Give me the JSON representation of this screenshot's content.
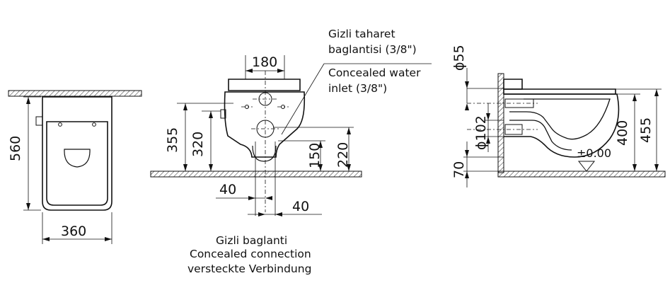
{
  "front_view": {
    "height": "560",
    "width": "360"
  },
  "side_view": {
    "width_top": "180",
    "height_355": "355",
    "height_320": "320",
    "height_150": "150",
    "height_220": "220",
    "offset_left": "40",
    "offset_right": "40",
    "note_tr_1": "Gizli taharet",
    "note_tr_2": "baglantisi (3/8\")",
    "note_en_1": "Concealed water",
    "note_en_2": "inlet (3/8\")",
    "caption_1": "Gizli baglanti",
    "caption_2": "Concealed connection",
    "caption_3": "versteckte Verbindung"
  },
  "section_view": {
    "dia_55": "ϕ55",
    "dia_102": "ϕ102",
    "height_70": "70",
    "height_400": "400",
    "height_455": "455",
    "zero_level": "±0.00"
  }
}
